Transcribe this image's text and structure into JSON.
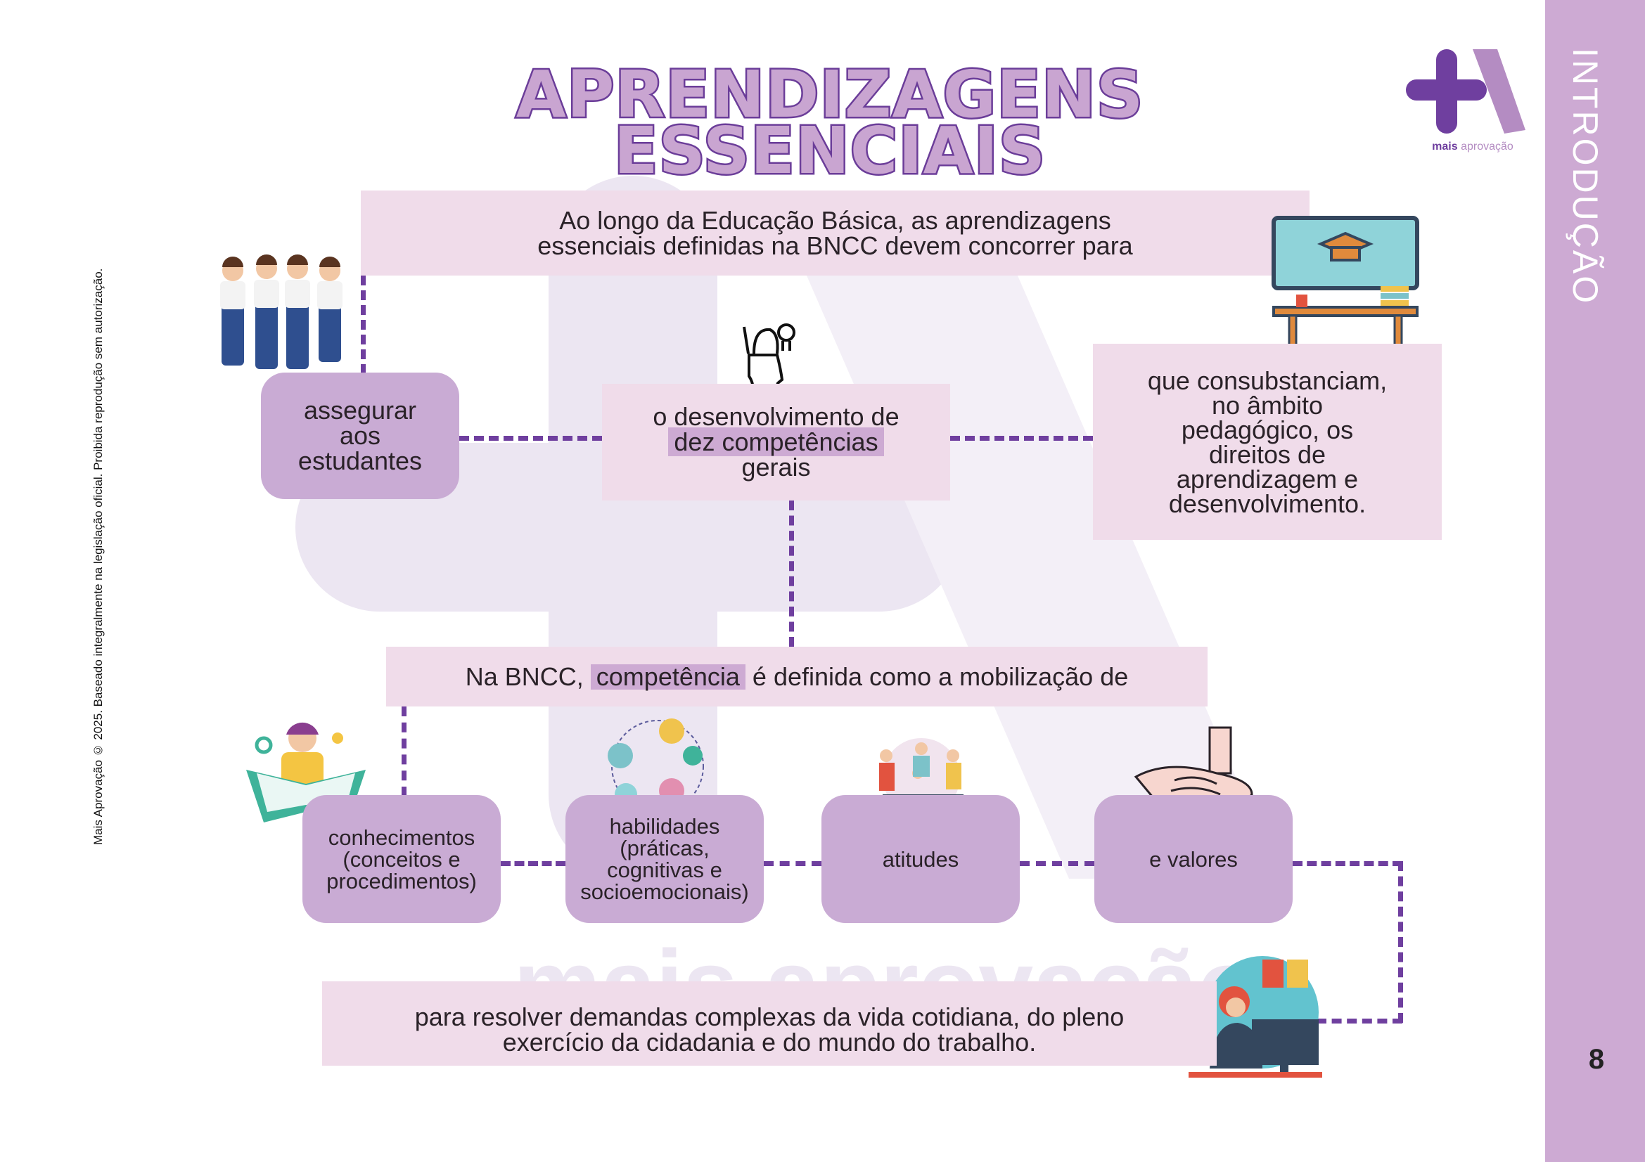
{
  "sidebar": {
    "section_title": "INTRODUÇÃO",
    "page_number": "8"
  },
  "legal_notice": "Mais Aprovação © 2025. Baseado integralmente na legislação oficial. Proibida reprodução sem autorização.",
  "logo": {
    "text_bold": "mais",
    "text_light": "aprovação"
  },
  "watermark": "mais aprovação",
  "title": {
    "line1": "APRENDIZAGENS",
    "line2": "ESSENCIAIS"
  },
  "intro": {
    "line1": "Ao longo da Educação Básica, as aprendizagens",
    "line2": "essenciais definidas na BNCC devem concorrer para"
  },
  "assegurar": {
    "line1": "assegurar",
    "line2": "aos",
    "line3": "estudantes"
  },
  "desenvolvimento": {
    "line1": "o desenvolvimento de",
    "highlight": "dez competências",
    "line3": "gerais"
  },
  "consubstanciam": {
    "lines": [
      "que consubstanciam,",
      "no âmbito",
      "pedagógico, os",
      "direitos de",
      "aprendizagem e",
      "desenvolvimento."
    ]
  },
  "competencia": {
    "before": "Na BNCC,",
    "highlight": "competência",
    "after": "é definida como a mobilização de"
  },
  "components": [
    {
      "lines": [
        "conhecimentos",
        "(conceitos e",
        "procedimentos)"
      ]
    },
    {
      "lines": [
        "habilidades",
        "(práticas,",
        "cognitivas e",
        "socioemocionais)"
      ]
    },
    {
      "lines": [
        "atitudes"
      ]
    },
    {
      "lines": [
        "e valores"
      ]
    }
  ],
  "conclusion": {
    "line1": "para resolver demandas complexas da vida cotidiana, do pleno",
    "line2": "exercício da cidadania e do mundo do trabalho."
  },
  "colors": {
    "accent": "#6f3f9f",
    "cloud": "#c9abd4",
    "box": "#f0dcea",
    "sidebar": "#cdaad3"
  }
}
